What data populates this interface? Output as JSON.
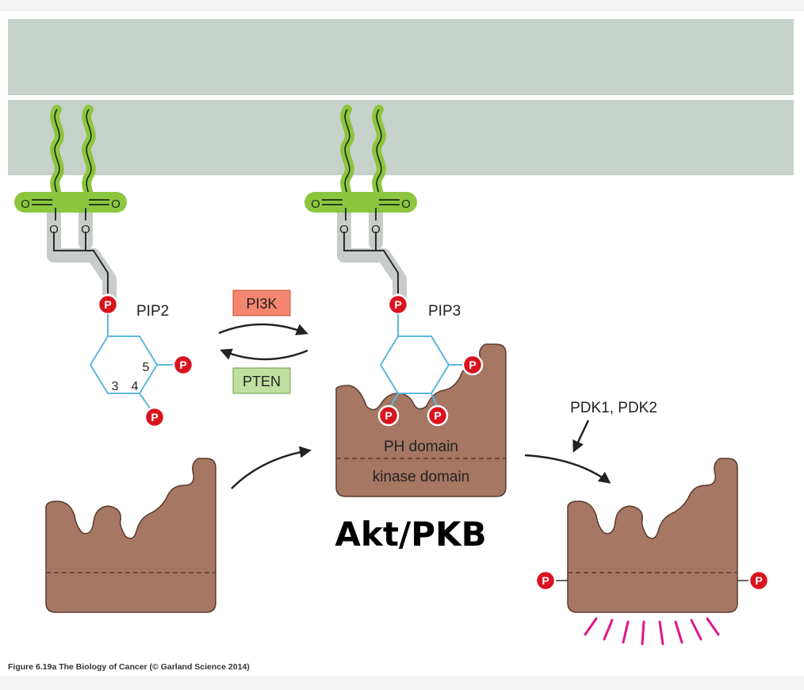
{
  "labels": {
    "pip2": "PIP2",
    "pip3": "PIP3",
    "pi3k": "PI3K",
    "pten": "PTEN",
    "carbon_3": "3",
    "carbon_4": "4",
    "carbon_5": "5",
    "pdk": "PDK1, PDK2",
    "ph_domain": "PH domain",
    "kinase_domain": "kinase domain",
    "akt": "Akt/PKB",
    "caption": "Figure 6.19a  The Biology of Cancer (© Garland Science 2014)"
  },
  "atoms": {
    "oxygen": "O",
    "phosphate": "P"
  },
  "colors": {
    "membrane": "#c7d2cb",
    "lipid_tail": "#8cc63f",
    "lipid_tail_line": "#1a2a14",
    "backbone": "#c7ccc9",
    "inositol_ring": "#5bb8e0",
    "phosphate": "#d9131e",
    "protein": "#a67763",
    "protein_outline": "#5a3b2e",
    "pi3k_box": "#f4866f",
    "pten_box": "#bfe0a0",
    "activity_rays": "#e0158b"
  }
}
